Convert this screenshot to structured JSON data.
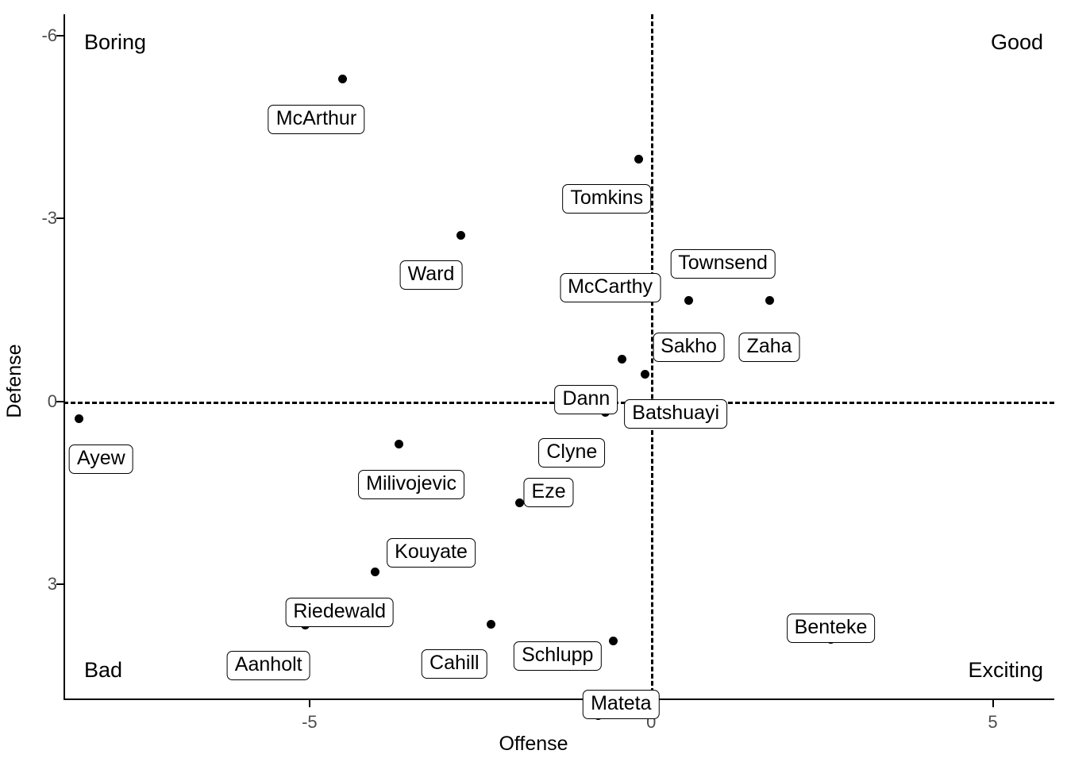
{
  "chart_data": {
    "type": "scatter",
    "title": "",
    "xlabel": "Offense",
    "ylabel": "Defense",
    "xlim": [
      -8.6,
      5.9
    ],
    "ylim": [
      -6.35,
      4.9
    ],
    "y_inverted": true,
    "grid": false,
    "legend": null,
    "xticks": [
      -5,
      0,
      5
    ],
    "xticklabels": [
      "-5",
      "0",
      "5"
    ],
    "yticks": [
      -6,
      -3,
      0,
      3
    ],
    "yticklabels": [
      "-6",
      "-3",
      "0",
      "3"
    ],
    "reference_lines": {
      "horizontal": 0,
      "vertical": 0,
      "style": "dashed"
    },
    "quadrant_labels": {
      "top_left": "Boring",
      "top_right": "Good",
      "bottom_left": "Bad",
      "bottom_right": "Exciting"
    },
    "points": [
      {
        "label": "McArthur",
        "x": -4.52,
        "y": -5.29,
        "lx": -4.9,
        "ly": -4.87
      },
      {
        "label": "Tomkins",
        "x": -0.18,
        "y": -3.98,
        "lx": -0.65,
        "ly": -3.56
      },
      {
        "label": "Ward",
        "x": -2.78,
        "y": -2.73,
        "lx": -3.22,
        "ly": -2.31
      },
      {
        "label": "McCarthy",
        "x": -0.1,
        "y": -1.94,
        "lx": -0.6,
        "ly": -2.11
      },
      {
        "label": "Townsend",
        "x": 0.55,
        "y": -2.15,
        "lx": 1.05,
        "ly": -2.5
      },
      {
        "label": "Sakho",
        "x": 0.55,
        "y": -1.66,
        "lx": 0.55,
        "ly": -1.13
      },
      {
        "label": "Zaha",
        "x": 1.73,
        "y": -1.66,
        "lx": 1.73,
        "ly": -1.13
      },
      {
        "label": "Dann",
        "x": -0.43,
        "y": -0.69,
        "lx": -0.95,
        "ly": -0.27
      },
      {
        "label": "Batshuayi",
        "x": -0.09,
        "y": -0.45,
        "lx": 0.36,
        "ly": -0.03
      },
      {
        "label": "Ayew",
        "x": -8.37,
        "y": 0.29,
        "lx": -8.05,
        "ly": 0.71
      },
      {
        "label": "Clyne",
        "x": -0.67,
        "y": 0.18,
        "lx": -1.16,
        "ly": 0.6
      },
      {
        "label": "Milivojevic",
        "x": -3.69,
        "y": 0.7,
        "lx": -3.51,
        "ly": 1.12
      },
      {
        "label": "Eze",
        "x": -1.92,
        "y": 1.67,
        "lx": -1.5,
        "ly": 1.25
      },
      {
        "label": "Kouyate",
        "x": -3.49,
        "y": 2.66,
        "lx": -3.22,
        "ly": 2.24
      },
      {
        "label": "Riedewald",
        "x": -4.04,
        "y": 2.8,
        "lx": -4.56,
        "ly": 3.22
      },
      {
        "label": "Aanholt",
        "x": -5.06,
        "y": 3.67,
        "lx": -5.6,
        "ly": 4.09
      },
      {
        "label": "Cahill",
        "x": -2.34,
        "y": 3.65,
        "lx": -2.88,
        "ly": 4.07
      },
      {
        "label": "Schlupp",
        "x": -0.55,
        "y": 3.93,
        "lx": -1.37,
        "ly": 3.93
      },
      {
        "label": "Mateta",
        "x": -0.77,
        "y": 5.15,
        "lx": -0.44,
        "ly": 4.73
      },
      {
        "label": "Benteke",
        "x": 2.63,
        "y": 3.9,
        "lx": 2.63,
        "ly": 3.48
      }
    ]
  }
}
